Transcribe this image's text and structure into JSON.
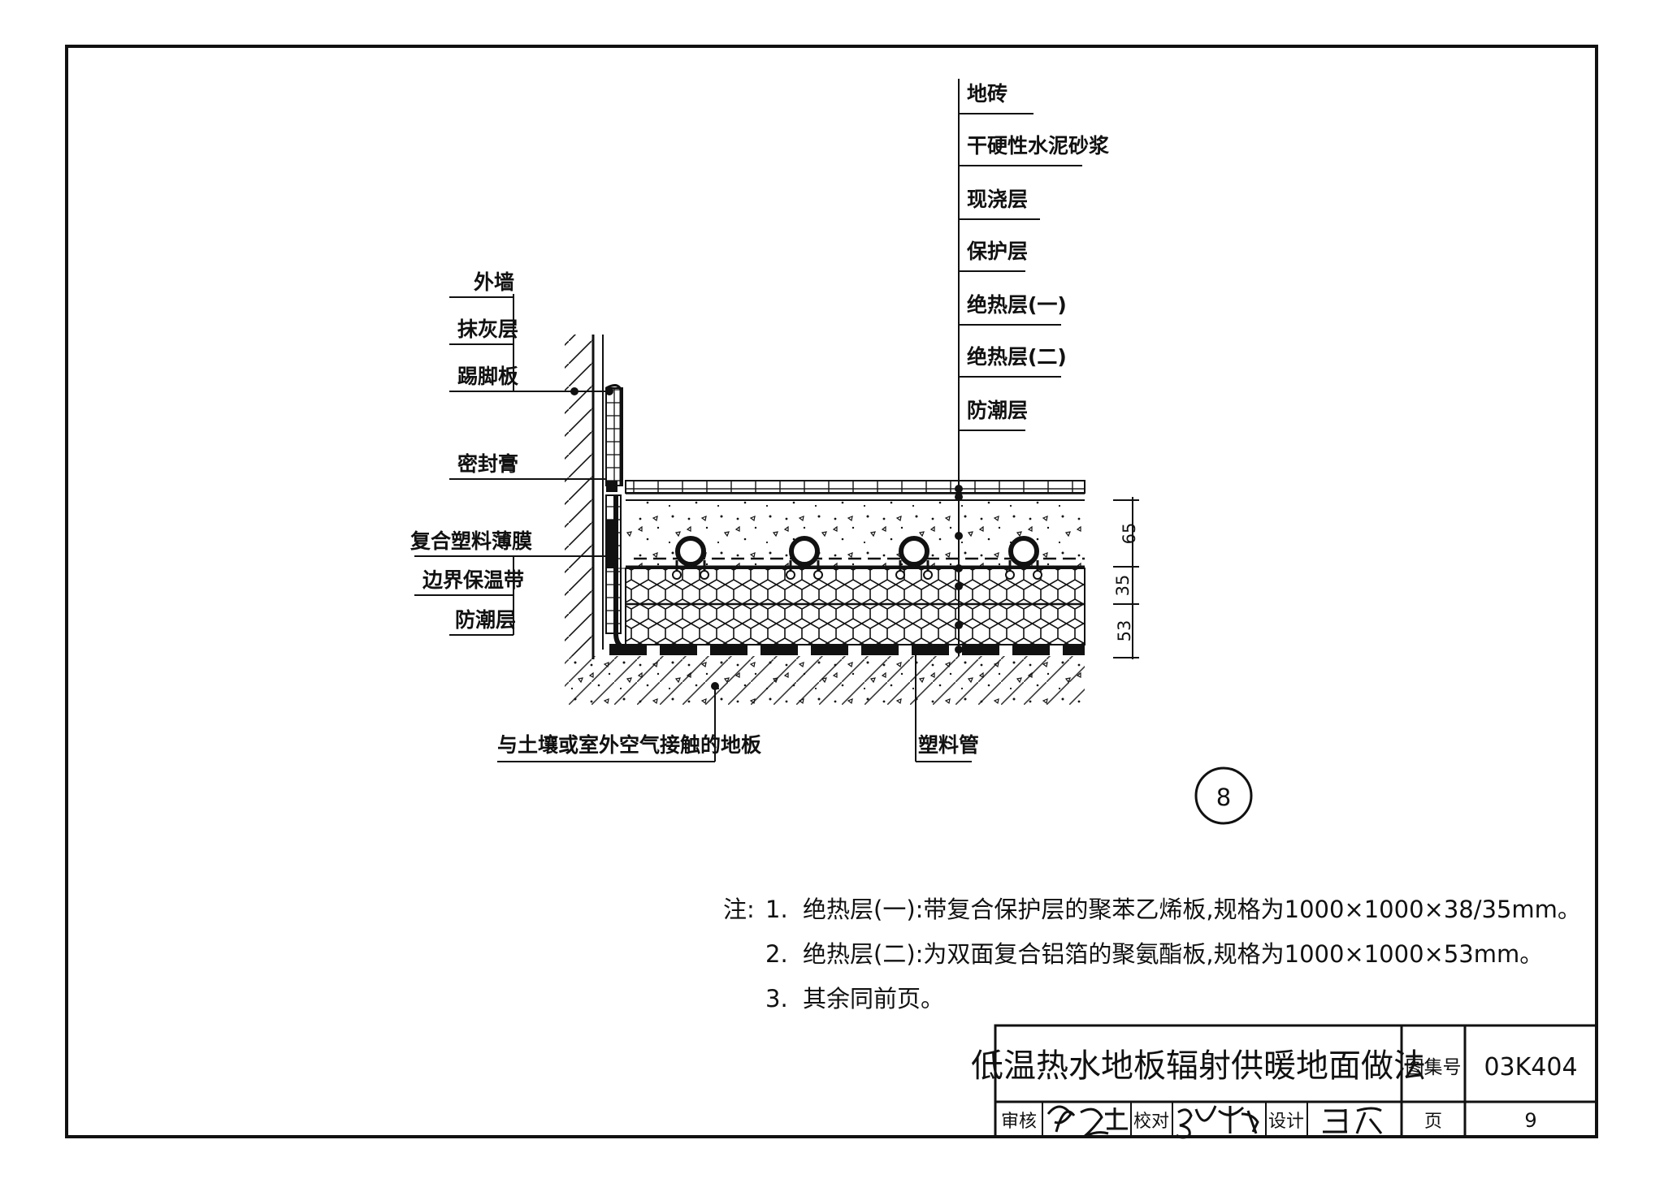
{
  "drawing": {
    "right_labels": [
      "地砖",
      "干硬性水泥砂浆",
      "现浇层",
      "保护层",
      "绝热层(一)",
      "绝热层(二)",
      "防潮层"
    ],
    "left_labels": [
      "外墙",
      "抹灰层",
      "踢脚板",
      "密封膏",
      "复合塑料薄膜",
      "边界保温带",
      "防潮层"
    ],
    "bottom_labels": {
      "floor": "与土壤或室外空气接触的地板",
      "pipe": "塑料管"
    },
    "dimensions": [
      "65",
      "35",
      "53"
    ],
    "detail_number": "8"
  },
  "notes": {
    "prefix": "注:",
    "items": [
      {
        "num": "1.",
        "text": "绝热层(一):带复合保护层的聚苯乙烯板,规格为1000×1000×38/35mm。"
      },
      {
        "num": "2.",
        "text": "绝热层(二):为双面复合铝箔的聚氨酯板,规格为1000×1000×53mm。"
      },
      {
        "num": "3.",
        "text": "其余同前页。"
      }
    ]
  },
  "title_block": {
    "title": "低温热水地板辐射供暖地面做法",
    "atlas_label": "图集号",
    "atlas_no": "03K404",
    "review_label": "审核",
    "check_label": "校对",
    "design_label": "设计",
    "page_label": "页",
    "page_no": "9"
  }
}
